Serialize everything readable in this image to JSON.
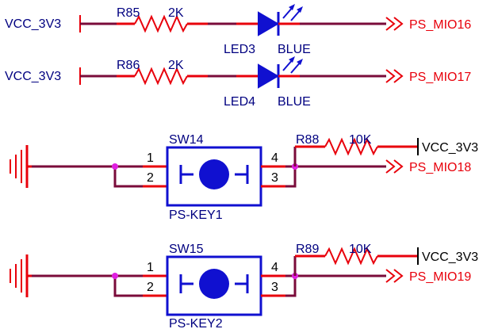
{
  "colors": {
    "wire": "#7a0b3a",
    "pin": "#e8000b",
    "component": "#1010d0",
    "junction": "#e020e0",
    "label": "#000080",
    "net": "#e8000b"
  },
  "led_rows": [
    {
      "power_label": "VCC_3V3",
      "resistor_ref": "R85",
      "resistor_value": "2K",
      "led_ref": "LED3",
      "led_color": "BLUE",
      "net": "PS_MIO16"
    },
    {
      "power_label": "VCC_3V3",
      "resistor_ref": "R86",
      "resistor_value": "2K",
      "led_ref": "LED4",
      "led_color": "BLUE",
      "net": "PS_MIO17"
    }
  ],
  "switch_rows": [
    {
      "switch_ref": "SW14",
      "switch_name": "PS-KEY1",
      "pins": [
        "1",
        "2",
        "4",
        "3"
      ],
      "resistor_ref": "R88",
      "resistor_value": "10K",
      "power_label": "VCC_3V3",
      "net": "PS_MIO18"
    },
    {
      "switch_ref": "SW15",
      "switch_name": "PS-KEY2",
      "pins": [
        "1",
        "2",
        "4",
        "3"
      ],
      "resistor_ref": "R89",
      "resistor_value": "10K",
      "power_label": "VCC_3V3",
      "net": "PS_MIO19"
    }
  ]
}
